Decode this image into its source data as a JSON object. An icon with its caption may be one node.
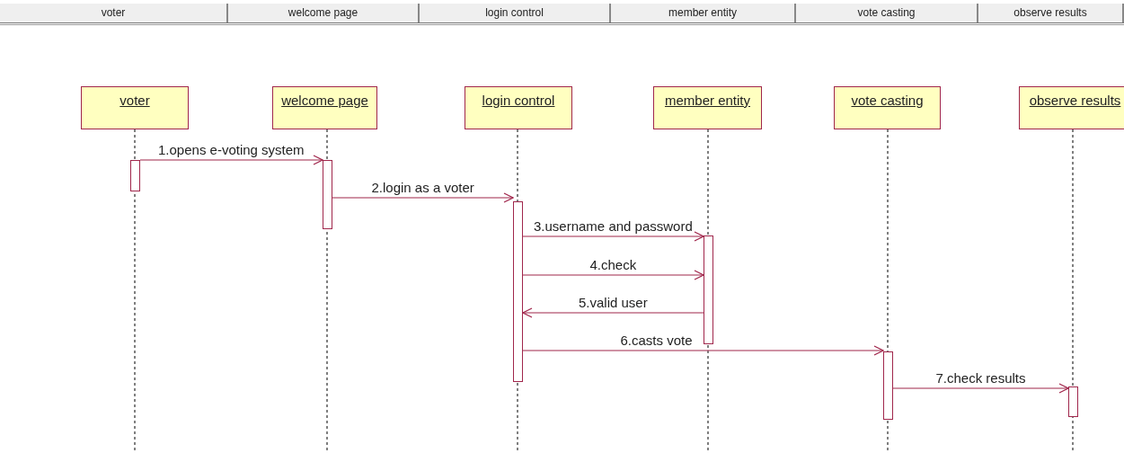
{
  "diagram": {
    "nodes": [
      {
        "text": [
          "voter"
        ]
      },
      {
        "text": [
          "welcome page"
        ]
      },
      {
        "text": [
          "login control"
        ]
      },
      {
        "text": [
          "member entity"
        ]
      },
      {
        "text": [
          "vote casting"
        ]
      },
      {
        "text": [
          "observe results"
        ]
      },
      {
        "text": [],
        "shape": "bar"
      },
      {
        "text": [],
        "shape": "bar"
      },
      {
        "text": [],
        "shape": "bar"
      },
      {
        "text": [],
        "shape": "bar"
      },
      {
        "text": [],
        "shape": "bar"
      },
      {
        "text": [],
        "shape": "bar"
      }
    ],
    "edges": [
      {
        "from": 6,
        "to": 7,
        "arrow": "to",
        "label": "1.opens e-voting system"
      },
      {
        "from": 7,
        "to": 8,
        "arrow": "to",
        "label": "2.login as a voter"
      },
      {
        "from": 8,
        "to": 9,
        "arrow": "to",
        "label": "3.username and password"
      },
      {
        "from": 8,
        "to": 9,
        "arrow": "to",
        "label": "4.check"
      },
      {
        "from": 9,
        "to": 8,
        "arrow": "to",
        "label": "5.valid user"
      },
      {
        "from": 8,
        "to": 10,
        "arrow": "to",
        "label": "6.casts vote"
      },
      {
        "from": 10,
        "to": 11,
        "arrow": "to",
        "label": "7.check results"
      }
    ],
    "labels": [
      "voter",
      "welcome page",
      "login control",
      "member entity",
      "vote casting",
      "observe results"
    ]
  }
}
